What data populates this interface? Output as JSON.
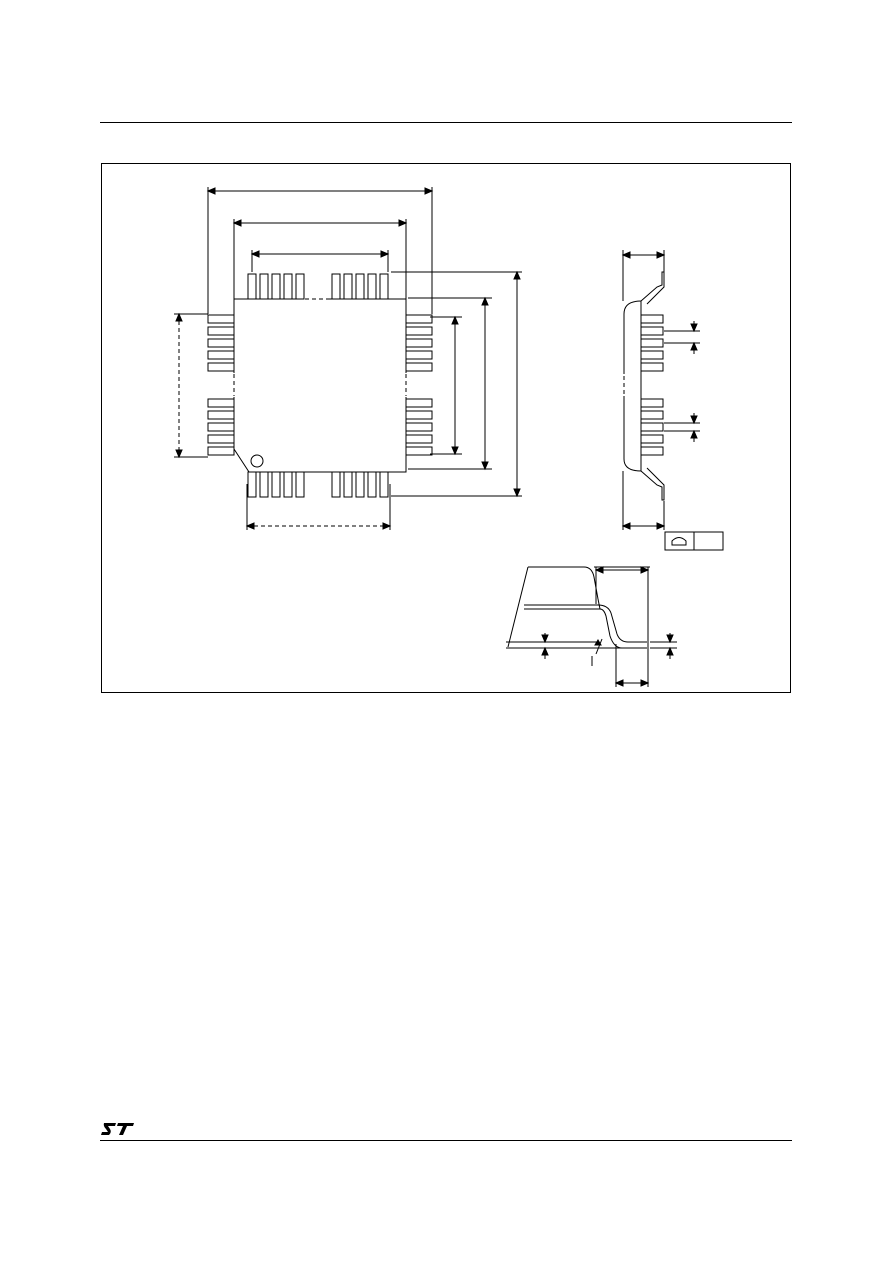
{
  "page": {
    "logo": "ST"
  },
  "drawing": {
    "top_view": {
      "pin_rows_per_side": 2,
      "pins_per_group": 5,
      "pin1_marker": "circle"
    },
    "side_view": {
      "flatness_symbol": "⌓"
    },
    "lead_detail": {
      "view": "lead-form-detail"
    }
  }
}
